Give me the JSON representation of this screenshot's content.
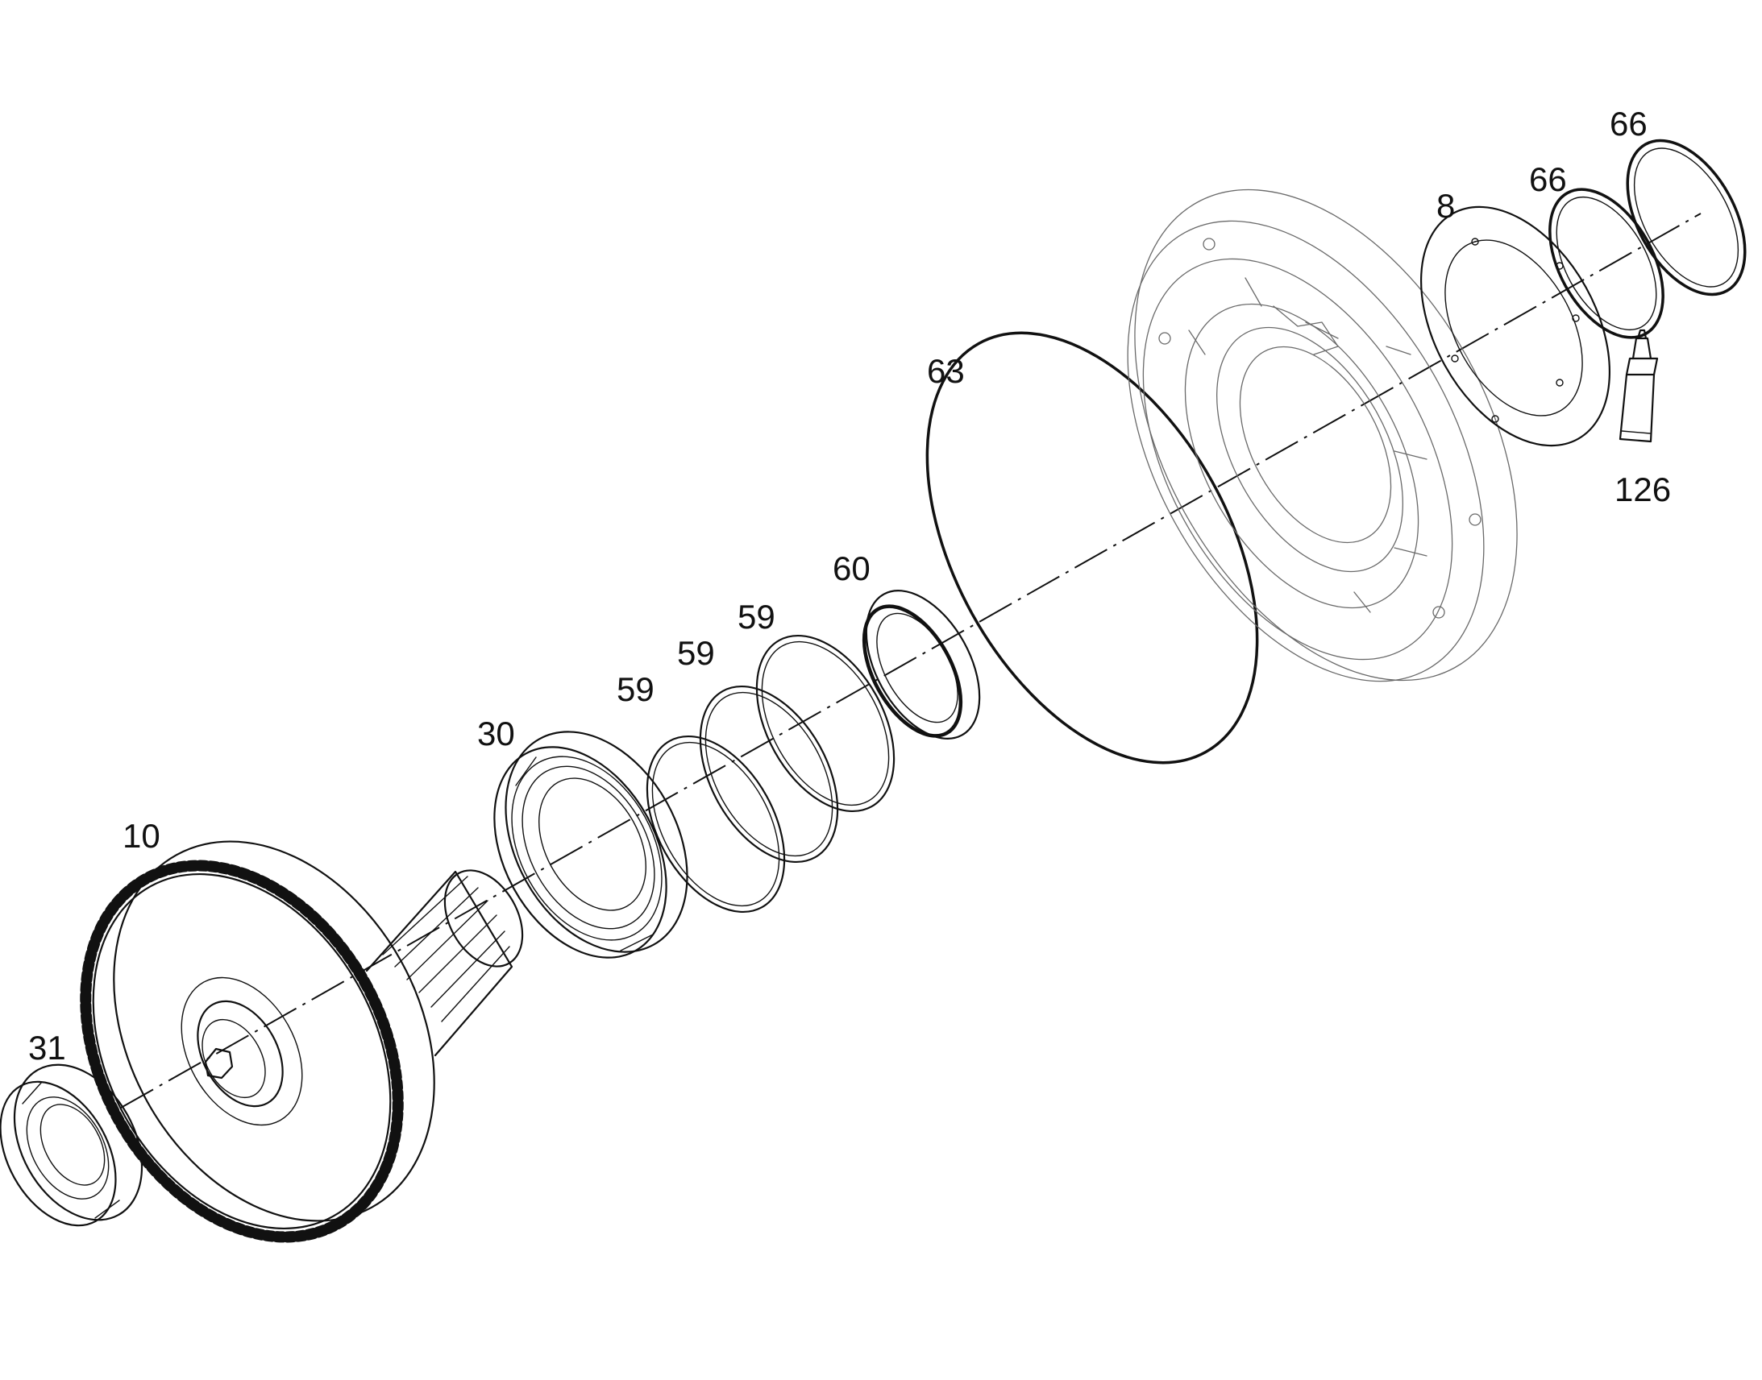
{
  "callouts": {
    "p31": "31",
    "p10": "10",
    "p30": "30",
    "p59a": "59",
    "p59b": "59",
    "p59c": "59",
    "p60": "60",
    "p63": "63",
    "p8": "8",
    "p66a": "66",
    "p66b": "66",
    "p126": "126"
  },
  "colors": {
    "line": "#111111",
    "housing": "#6a6a6a",
    "background": "#ffffff"
  }
}
